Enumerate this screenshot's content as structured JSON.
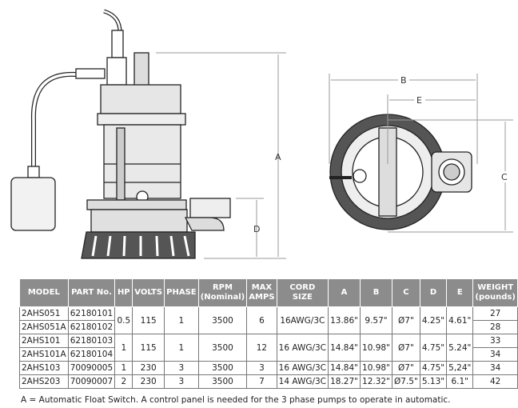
{
  "dimensions": {
    "a": "A",
    "b": "B",
    "c": "C",
    "d": "D",
    "e": "E"
  },
  "table": {
    "headers": [
      "MODEL",
      "PART No.",
      "HP",
      "VOLTS",
      "PHASE",
      "RPM (Nominal)",
      "MAX AMPS",
      "CORD SIZE",
      "A",
      "B",
      "C",
      "D",
      "E",
      "WEIGHT (pounds)"
    ],
    "groups": [
      {
        "models": [
          [
            "2AHS051",
            "62180101",
            "27"
          ],
          [
            "2AHS051A",
            "62180102",
            "28"
          ]
        ],
        "hp": "0.5",
        "volts": "115",
        "phase": "1",
        "rpm": "3500",
        "amps": "6",
        "cord": "16AWG/3C",
        "a": "13.86\"",
        "b": "9.57\"",
        "c": "Ø7\"",
        "d": "4.25\"",
        "e": "4.61\""
      },
      {
        "models": [
          [
            "2AHS101",
            "62180103",
            "33"
          ],
          [
            "2AHS101A",
            "62180104",
            "34"
          ]
        ],
        "hp": "1",
        "volts": "115",
        "phase": "1",
        "rpm": "3500",
        "amps": "12",
        "cord": "16 AWG/3C",
        "a": "14.84\"",
        "b": "10.98\"",
        "c": "Ø7\"",
        "d": "4.75\"",
        "e": "5.24\""
      },
      {
        "models": [
          [
            "2AHS103",
            "70090005",
            "34"
          ]
        ],
        "hp": "1",
        "volts": "230",
        "phase": "3",
        "rpm": "3500",
        "amps": "3",
        "cord": "16 AWG/3C",
        "a": "14.84\"",
        "b": "10.98\"",
        "c": "Ø7\"",
        "d": "4.75\"",
        "e": "5,24\""
      },
      {
        "models": [
          [
            "2AHS203",
            "70090007",
            "42"
          ]
        ],
        "hp": "2",
        "volts": "230",
        "phase": "3",
        "rpm": "3500",
        "amps": "7",
        "cord": "14 AWG/3C",
        "a": "18.27\"",
        "b": "12.32\"",
        "c": "Ø7.5\"",
        "d": "5.13\"",
        "e": "6.1\""
      }
    ]
  },
  "footnote": "A = Automatic Float Switch. A control panel is needed for the 3 phase pumps to operate in automatic."
}
